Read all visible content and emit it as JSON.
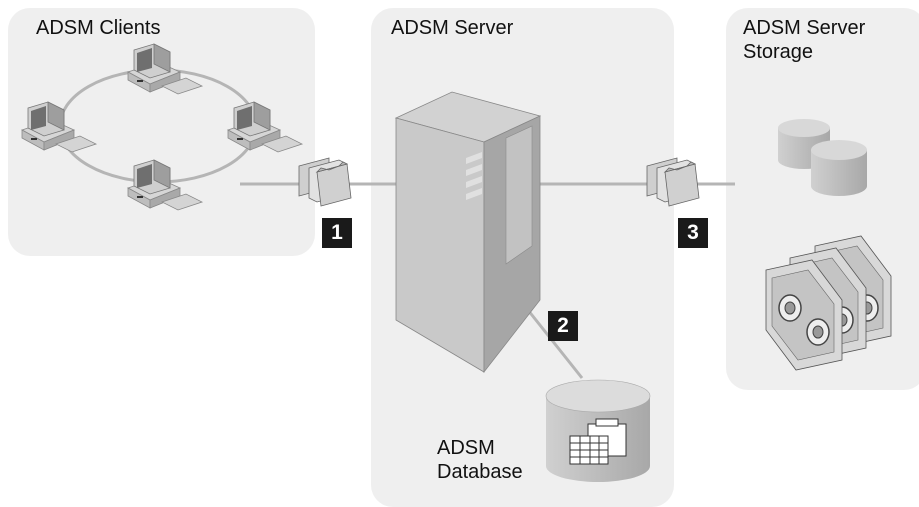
{
  "clients_panel": {
    "title": "ADSM Clients"
  },
  "server_panel": {
    "title": "ADSM Server"
  },
  "storage_panel": {
    "title_line1": "ADSM Server",
    "title_line2": "Storage"
  },
  "database": {
    "label_line1": "ADSM",
    "label_line2": "Database"
  },
  "steps": [
    "1",
    "2",
    "3"
  ],
  "colors": {
    "panel": "#efefef",
    "line": "#b5b5b5",
    "badge": "#1a1a1a",
    "device": "#c8c8c8"
  },
  "icons": [
    "computer-icon",
    "folder-icon",
    "server-tower-icon",
    "disk-icon",
    "tape-cartridge-icon",
    "database-icon"
  ]
}
